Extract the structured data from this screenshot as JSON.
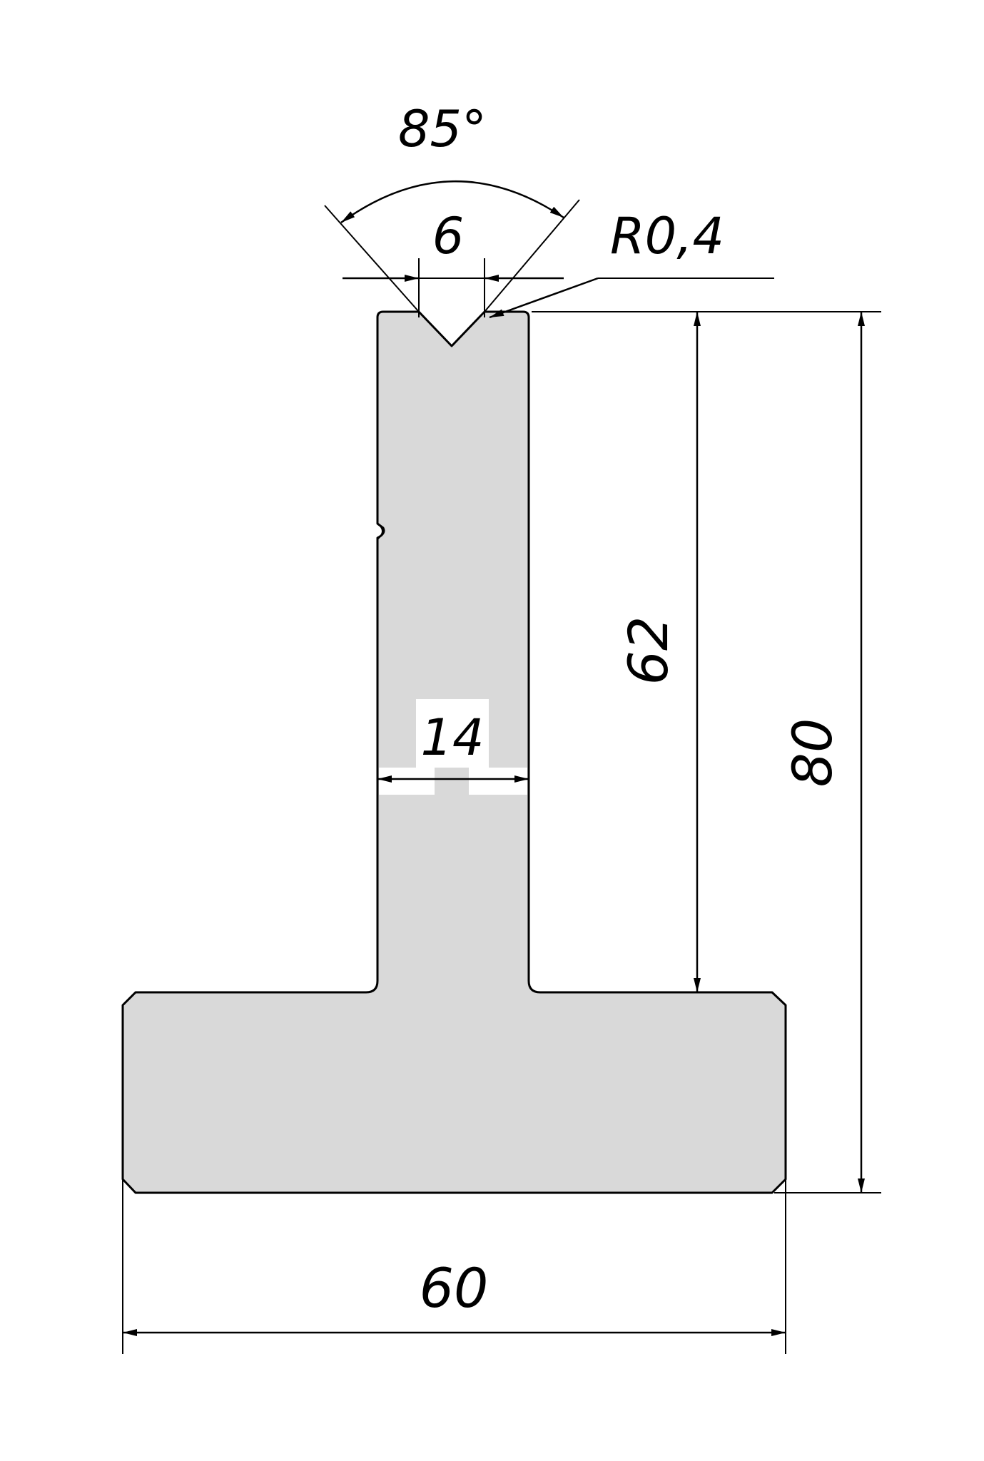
{
  "colors": {
    "profile_fill": "#d9d9d9",
    "line": "#000000",
    "background": "#ffffff"
  },
  "dimensions": {
    "angle": "85°",
    "v_opening": "6",
    "radius": "R0,4",
    "punch_height": "62",
    "total_height": "80",
    "body_width": "14",
    "base_width": "60"
  }
}
